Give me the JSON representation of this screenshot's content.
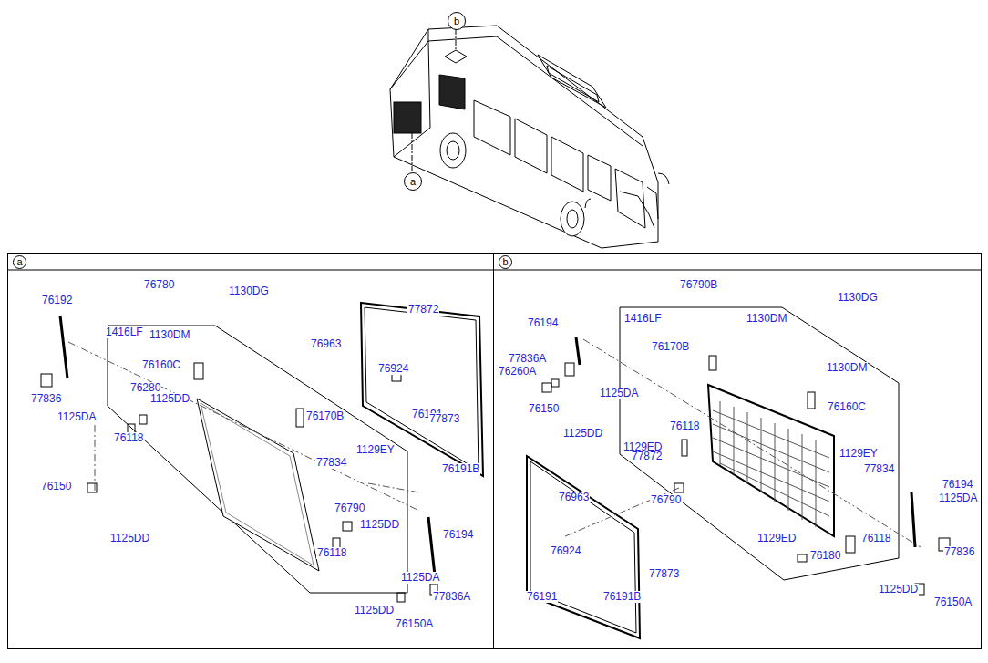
{
  "diagram": {
    "nodes": [
      {
        "text": [
          "b"
        ]
      },
      {
        "text": [
          "a"
        ]
      },
      {
        "text": [
          "a"
        ]
      },
      {
        "text": [
          "b"
        ]
      }
    ],
    "labels": [
      "76192",
      "76780",
      "1130DG",
      "77872",
      "1416LF",
      "1130DM",
      "76963",
      "76160C",
      "76924",
      "76280",
      "1125DD",
      "77836",
      "1125DA",
      "76170B",
      "76191",
      "77873",
      "1129EY",
      "76118",
      "77834",
      "76191B",
      "76150",
      "76790",
      "1125DD",
      "1125DD",
      "76194",
      "76118",
      "1125DA",
      "77836A",
      "1125DD",
      "76150A",
      "76790B",
      "1130DG",
      "76194",
      "1416LF",
      "1130DM",
      "77836A",
      "76170B",
      "76260A",
      "1125DA",
      "1130DM",
      "76150",
      "76160C",
      "1125DD",
      "76118",
      "1129ED",
      "77872",
      "1129EY",
      "77834",
      "76963",
      "76790",
      "76194",
      "1125DA",
      "76924",
      "76118",
      "1129ED",
      "76180",
      "77873",
      "77836",
      "76191",
      "76191B",
      "1125DD",
      "76150A"
    ]
  }
}
